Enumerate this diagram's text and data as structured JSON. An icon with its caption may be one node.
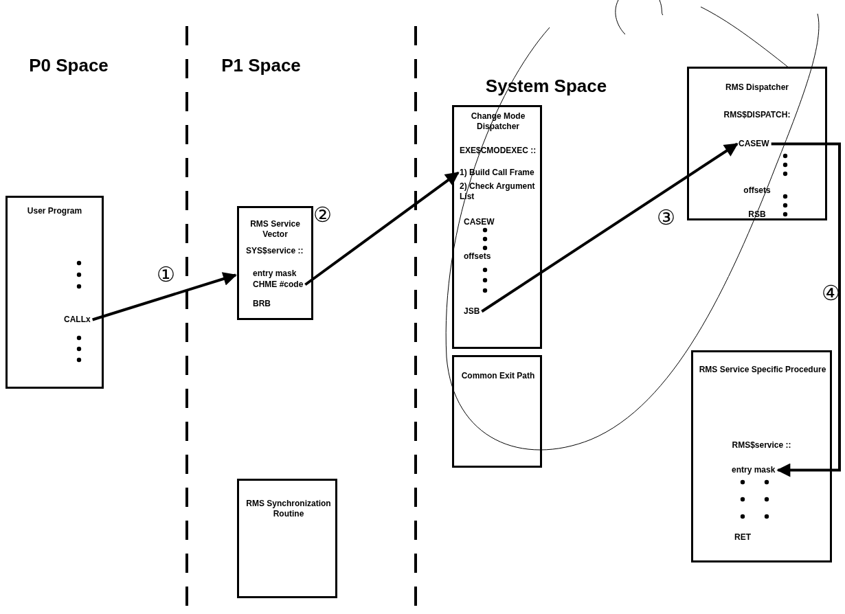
{
  "diagram": {
    "nodes": [
      {
        "text": [
          "User Program"
        ]
      },
      {
        "text": [
          "CALLx"
        ],
        "in": 0
      },
      {
        "text": [
          "RMS Service Vector",
          "SYS$service ::",
          "entry mask",
          "BRB"
        ]
      },
      {
        "text": [
          "CHME #code"
        ],
        "in": 2
      },
      {
        "text": [
          "Change Mode Dispatcher",
          "EXE$CMODEXEC ::",
          "2) Check Argument List",
          "CASEW",
          "offsets"
        ]
      },
      {
        "text": [
          "1) Build Call Frame"
        ],
        "in": 4
      },
      {
        "text": [
          "JSB"
        ],
        "in": 4
      },
      {
        "text": [
          "Common Exit Path"
        ]
      },
      {
        "text": [
          "RMS Dispatcher",
          "RMS$DISPATCH:",
          "offsets",
          "RSB"
        ]
      },
      {
        "text": [
          "CASEW"
        ],
        "in": 8
      },
      {
        "text": [
          "RMS Service Specific Procedure",
          "RMS$service ::",
          "RET"
        ]
      },
      {
        "text": [
          "entry mask"
        ],
        "in": 10
      },
      {
        "text": [
          "RMS Synchronization Routine"
        ]
      }
    ],
    "edges": [
      {
        "from": 1,
        "to": 2,
        "arrow": "to",
        "label": "①"
      },
      {
        "from": 3,
        "to": 5,
        "arrow": "to",
        "label": "②"
      },
      {
        "from": 6,
        "to": 9,
        "arrow": "to",
        "label": "③"
      },
      {
        "from": 9,
        "to": 11,
        "arrow": "to",
        "label": "④"
      }
    ],
    "labels": [
      "P0 Space",
      "P1 Space",
      "System Space"
    ]
  }
}
